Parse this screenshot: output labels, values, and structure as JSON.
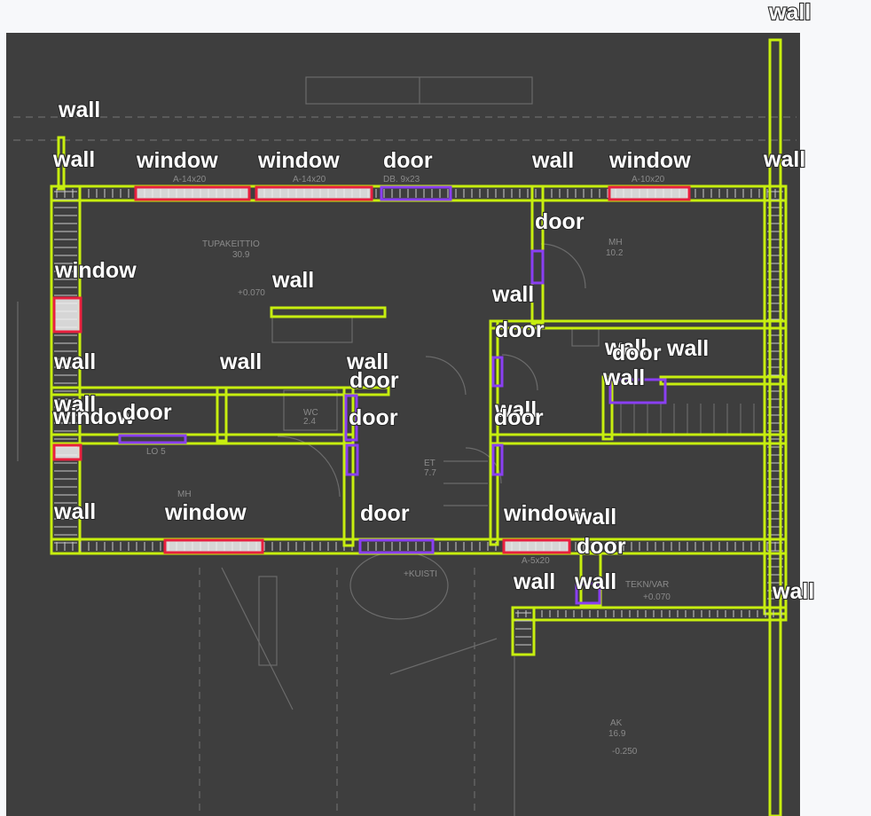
{
  "labels": {
    "wall": "wall",
    "window": "window",
    "door": "door"
  },
  "colors": {
    "wall": "#c7ee0f",
    "window": "#e8203e",
    "door": "#8a3ff2",
    "drawing_background": "#3e3e3e",
    "page_background": "#f7f8fa"
  },
  "plan_text": {
    "room_1": "TUPAKEITTIO",
    "room_1_area": "30.9",
    "room_2": "MH",
    "room_2_area": "10.2",
    "room_3": "WC",
    "room_3_area": "2.4",
    "room_4": "LO 5",
    "room_5": "MH",
    "room_6": "ET",
    "room_6_area": "7.7",
    "room_7": "AK",
    "room_7_area": "16.9",
    "room_7_level": "-0.250",
    "room_8": "TEKN/VAR",
    "room_8_level": "+0.070",
    "room_9": "+KUISTI",
    "mark_1": "A-14x20",
    "mark_2": "A-14x20",
    "mark_3": "A-10x20",
    "mark_4": "DB. 9x23",
    "mark_5": "A-5x20",
    "level_main": "+0.070"
  }
}
